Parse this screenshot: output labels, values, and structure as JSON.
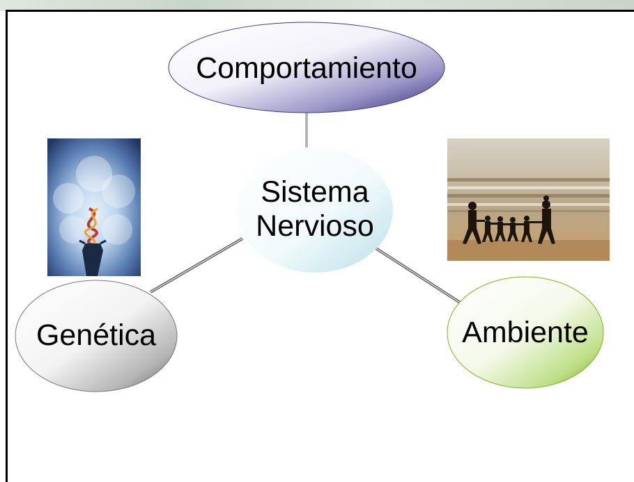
{
  "diagram": {
    "center": {
      "label_line1": "Sistema",
      "label_line2": "Nervioso"
    },
    "top": {
      "label": "Comportamiento"
    },
    "left": {
      "label": "Genética"
    },
    "right": {
      "label": "Ambiente"
    }
  },
  "images": {
    "genetics": {
      "icon": "dna-hand-illustration"
    },
    "environment": {
      "icon": "family-walking-beach-photo"
    }
  },
  "colors": {
    "top_accent": "#2e2a7a",
    "center_accent": "#b8e0e8",
    "left_accent": "#6b6b6b",
    "right_accent": "#7cb51e",
    "frame": "#000000"
  }
}
